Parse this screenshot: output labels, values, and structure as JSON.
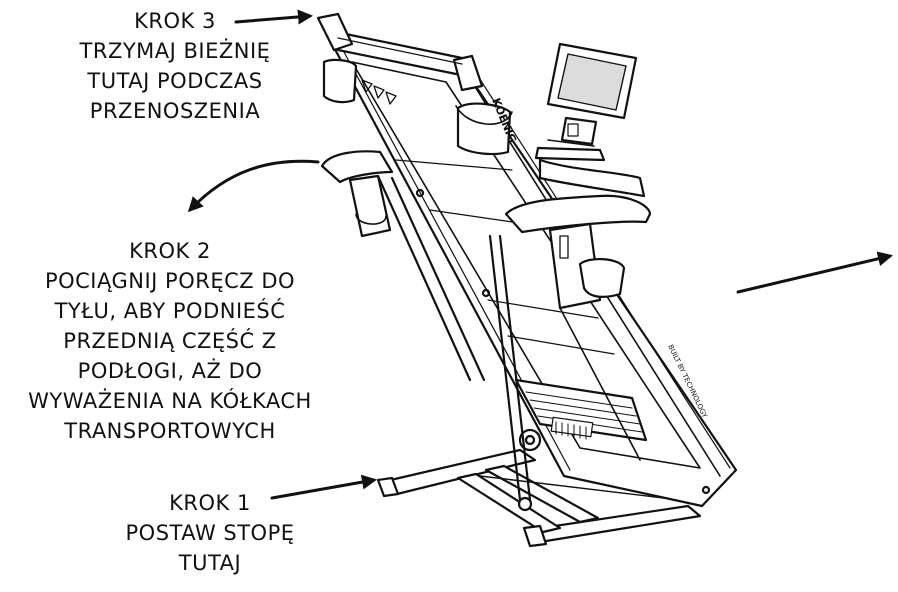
{
  "steps": [
    {
      "id": "step3",
      "title": "KROK 3",
      "lines": [
        "TRZYMAJ BIEŻNIĘ",
        "TUTAJ PODCZAS",
        "PRZENOSZENIA"
      ]
    },
    {
      "id": "step2",
      "title": "KROK 2",
      "lines": [
        "POCIĄGNIJ PORĘCZ DO",
        "TYŁU, ABY PODNIEŚĆ",
        "PRZEDNIĄ CZĘŚĆ Z",
        "PODŁOGI, AŻ DO",
        "WYWAŻENIA NA KÓŁKACH",
        "TRANSPORTOWYCH"
      ]
    },
    {
      "id": "step1",
      "title": "KROK 1",
      "lines": [
        "POSTAW STOPĘ",
        "TUTAJ"
      ]
    }
  ],
  "treadmill": {
    "brand_text": "KOENIG",
    "rail_text": "BUILT BY TECHNOLOGY"
  },
  "colors": {
    "ink": "#111111",
    "paper": "#ffffff",
    "screen": "#dcdcdc"
  }
}
